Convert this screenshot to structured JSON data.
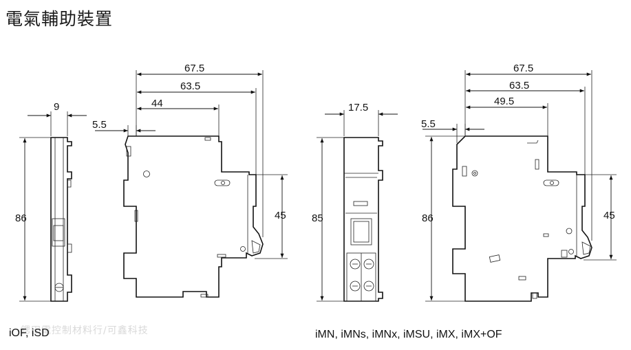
{
  "title": "電氣輔助裝置",
  "watermark": "鍶田電控制材料行/可鑫科技",
  "left_group": {
    "caption": "iOF, iSD",
    "dims": {
      "width_side": "9",
      "height_side": "86",
      "offset": "5.5",
      "d1": "67.5",
      "d2": "63.5",
      "d3": "44",
      "rail": "45"
    }
  },
  "right_group": {
    "caption": "iMN, iMNs, iMNx, iMSU, iMX, iMX+OF",
    "dims": {
      "width_side": "17.5",
      "height_side": "85",
      "height_front": "86",
      "offset": "5.5",
      "d1": "67.5",
      "d2": "63.5",
      "d3": "49.5",
      "rail": "45"
    }
  }
}
